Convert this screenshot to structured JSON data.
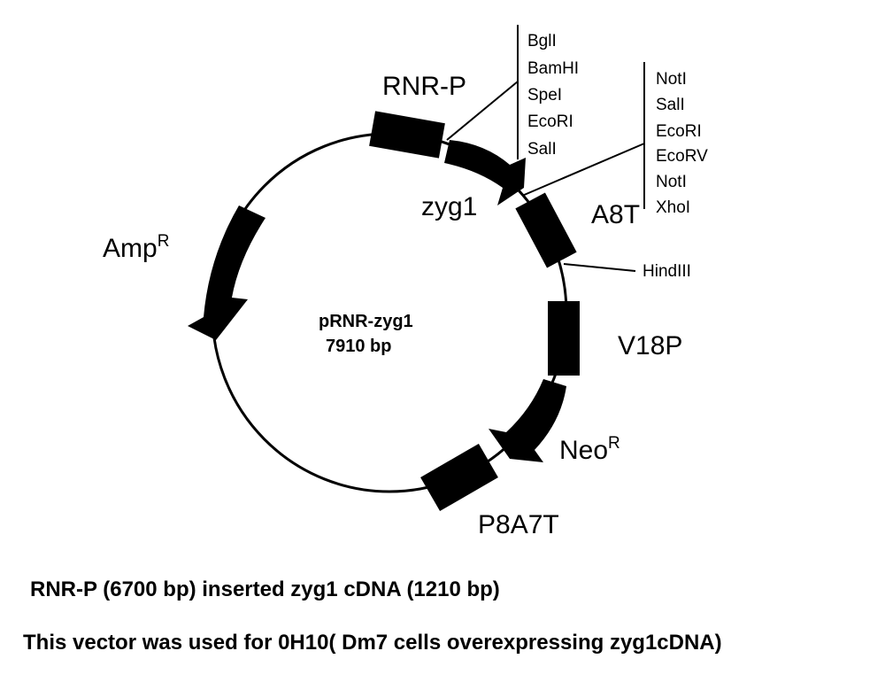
{
  "plasmid": {
    "name": "pRNR-zyg1",
    "size": "7910 bp"
  },
  "labels": {
    "rnr_p": "RNR-P",
    "zyg1": "zyg1",
    "a8t": "A8T",
    "amp_base": "Amp",
    "amp_sup": "R",
    "v18p": "V18P",
    "neo_base": "Neo",
    "neo_sup": "R",
    "p8a7t": "P8A7T",
    "hindiii": "HindIII"
  },
  "site_groups": {
    "left": [
      "BglI",
      "BamHI",
      "SpeI",
      "EcoRI",
      "SalI"
    ],
    "right": [
      "NotI",
      "SalI",
      "EcoRI",
      "EcoRV",
      "NotI",
      "XhoI"
    ]
  },
  "captions": {
    "line1": "RNR-P (6700 bp) inserted zyg1 cDNA (1210 bp)",
    "line2": "This vector was used for 0H10( Dm7 cells overexpressing zyg1cDNA)"
  },
  "colors": {
    "ink": "#000000",
    "background": "#ffffff"
  }
}
